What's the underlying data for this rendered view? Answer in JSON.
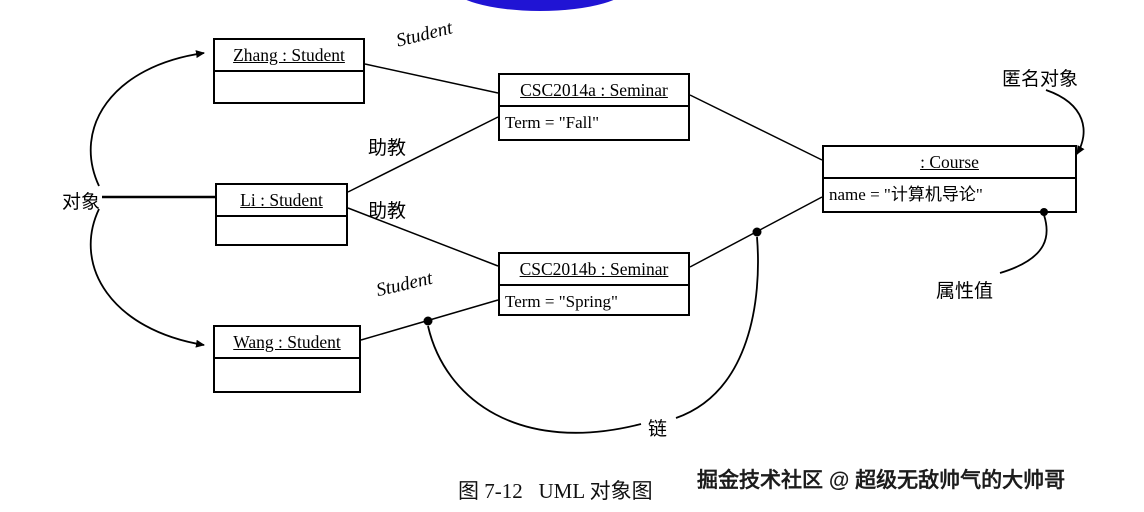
{
  "figure": {
    "caption": "图 7-12   UML 对象图",
    "watermark": "掘金技术社区 @ 超级无敌帅气的大帅哥"
  },
  "objects": {
    "zhang": {
      "title": "Zhang : Student"
    },
    "li": {
      "title": "Li : Student"
    },
    "wang": {
      "title": "Wang : Student"
    },
    "seminar_a": {
      "title": "CSC2014a : Seminar",
      "attribute": "Term = \"Fall\""
    },
    "seminar_b": {
      "title": "CSC2014b : Seminar",
      "attribute": "Term = \"Spring\""
    },
    "course": {
      "title": ": Course",
      "attribute": "name = \"计算机导论\""
    }
  },
  "link_labels": {
    "zhang_to_seminar_a": "Student",
    "li_to_seminar_a": "助教",
    "li_to_seminar_b": "助教",
    "wang_to_seminar_b": "Student"
  },
  "annotations": {
    "object": "对象",
    "anonymous_object": "匿名对象",
    "attribute_value": "属性值",
    "link": "链"
  },
  "colors": {
    "ellipse_blue": "#2014d4",
    "stroke": "#000000"
  }
}
